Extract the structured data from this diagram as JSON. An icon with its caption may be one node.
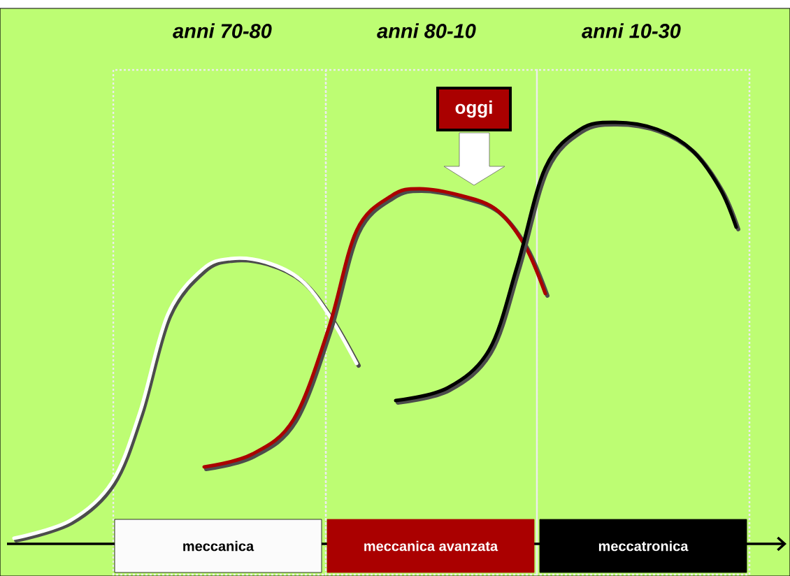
{
  "diagram": {
    "nodes": [
      {
        "text": [
          "oggi"
        ]
      },
      {
        "text": [
          "meccanica"
        ]
      },
      {
        "text": [
          "meccanica avanzata"
        ]
      },
      {
        "text": [
          "meccatronica"
        ]
      }
    ],
    "labels": [
      "anni 70-80",
      "anni 80-10",
      "anni 10-30"
    ]
  }
}
